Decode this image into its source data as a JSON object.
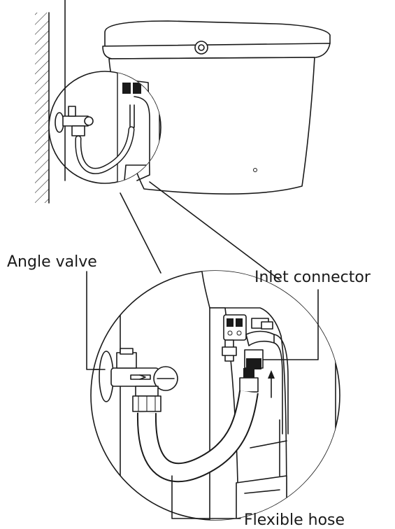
{
  "labels": {
    "angle_valve": "Angle valve",
    "inlet_connector": "Inlet connector",
    "flexible_hose": "Flexible hose"
  },
  "colors": {
    "line": "#1a1a1a",
    "background": "#ffffff"
  }
}
